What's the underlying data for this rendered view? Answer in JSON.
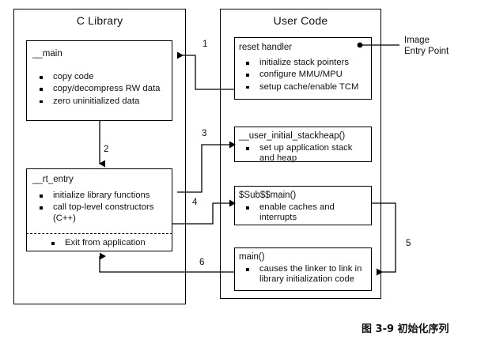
{
  "figure": {
    "caption": "图 3-9 初始化序列"
  },
  "panels": [
    {
      "title": "C Library"
    },
    {
      "title": "User Code"
    }
  ],
  "boxes": {
    "main": {
      "title": "__main",
      "bullets": [
        "copy code",
        "copy/decompress RW data",
        "zero uninitialized data"
      ]
    },
    "rt_entry": {
      "title": "__rt_entry",
      "bullets": [
        "initialize library functions",
        "call top-level constructors (C++)"
      ],
      "exit_bullet": "Exit from application"
    },
    "reset_handler": {
      "title": "reset handler",
      "bullets": [
        "initialize stack pointers",
        "configure MMU/MPU",
        "setup cache/enable TCM"
      ]
    },
    "user_initial_stackheap": {
      "title": "__user_initial_stackheap()",
      "bullets": [
        "set up application stack and heap"
      ]
    },
    "sub_main": {
      "title": "$Sub$$main()",
      "bullets": [
        "enable caches and interrupts"
      ]
    },
    "main_fn": {
      "title": "main()",
      "bullets": [
        "causes the linker to link in library initialization code"
      ]
    }
  },
  "annotations": {
    "image_entry_point": "Image\nEntry Point"
  },
  "wire_labels": {
    "w1": "1",
    "w2": "2",
    "w3": "3",
    "w4": "4",
    "w5": "5",
    "w6": "6"
  },
  "colors": {
    "stroke": "#000000",
    "text": "#111111",
    "background": "#ffffff"
  },
  "chart_data": {
    "type": "diagram",
    "title": "图 3-9 初始化序列",
    "nodes": [
      {
        "id": "main",
        "group": "C Library",
        "label": "__main"
      },
      {
        "id": "rt_entry",
        "group": "C Library",
        "label": "__rt_entry"
      },
      {
        "id": "reset_handler",
        "group": "User Code",
        "label": "reset handler"
      },
      {
        "id": "user_initial_stackheap",
        "group": "User Code",
        "label": "__user_initial_stackheap()"
      },
      {
        "id": "sub_main",
        "group": "User Code",
        "label": "$Sub$$main()"
      },
      {
        "id": "main_fn",
        "group": "User Code",
        "label": "main()"
      }
    ],
    "edges": [
      {
        "label": "1",
        "from": "reset_handler",
        "to": "main"
      },
      {
        "label": "2",
        "from": "main",
        "to": "rt_entry"
      },
      {
        "label": "3",
        "from": "rt_entry",
        "to": "user_initial_stackheap"
      },
      {
        "label": "4",
        "from": "rt_entry",
        "to": "sub_main"
      },
      {
        "label": "5",
        "from": "sub_main",
        "to": "main_fn"
      },
      {
        "label": "6",
        "from": "main_fn",
        "to": "rt_entry"
      }
    ]
  }
}
